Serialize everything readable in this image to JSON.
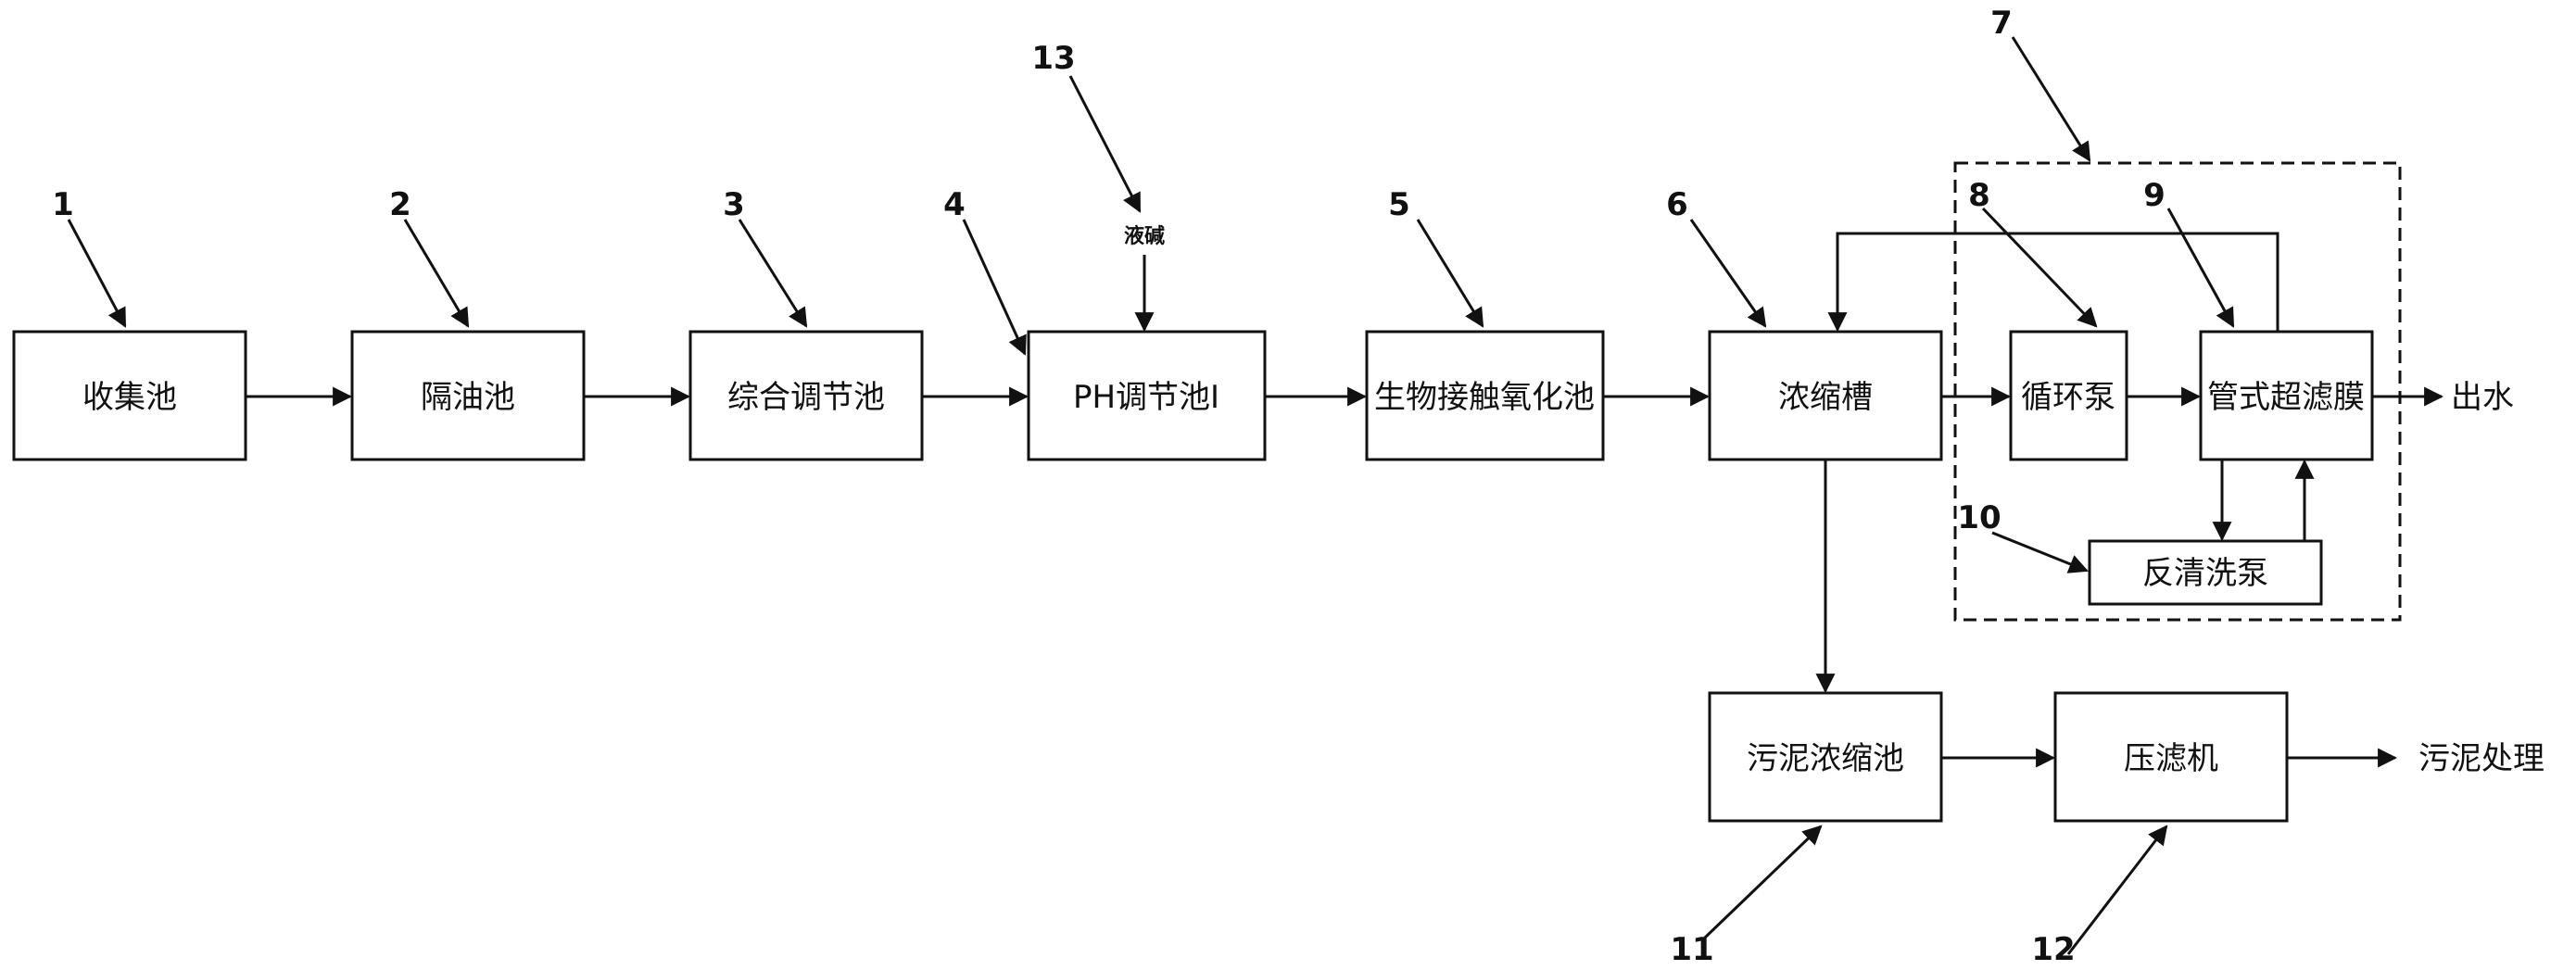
{
  "boxes": {
    "collection_tank": "收集池",
    "oil_separator": "隔油池",
    "equalization_tank": "综合调节池",
    "ph_tank": "PH调节池Ⅰ",
    "bio_oxidation_tank": "生物接触氧化池",
    "thickening_trough": "浓缩槽",
    "circulation_pump": "循环泵",
    "tubular_uf_membrane": "管式超滤膜",
    "backwash_pump": "反清洗泵",
    "sludge_thickener": "污泥浓缩池",
    "filter_press": "压滤机"
  },
  "outputs": {
    "effluent": "出水",
    "sludge_disposal": "污泥处理",
    "caustic_input": "液碱"
  },
  "labels": [
    "1",
    "2",
    "3",
    "4",
    "5",
    "6",
    "7",
    "8",
    "9",
    "10",
    "11",
    "12",
    "13"
  ]
}
